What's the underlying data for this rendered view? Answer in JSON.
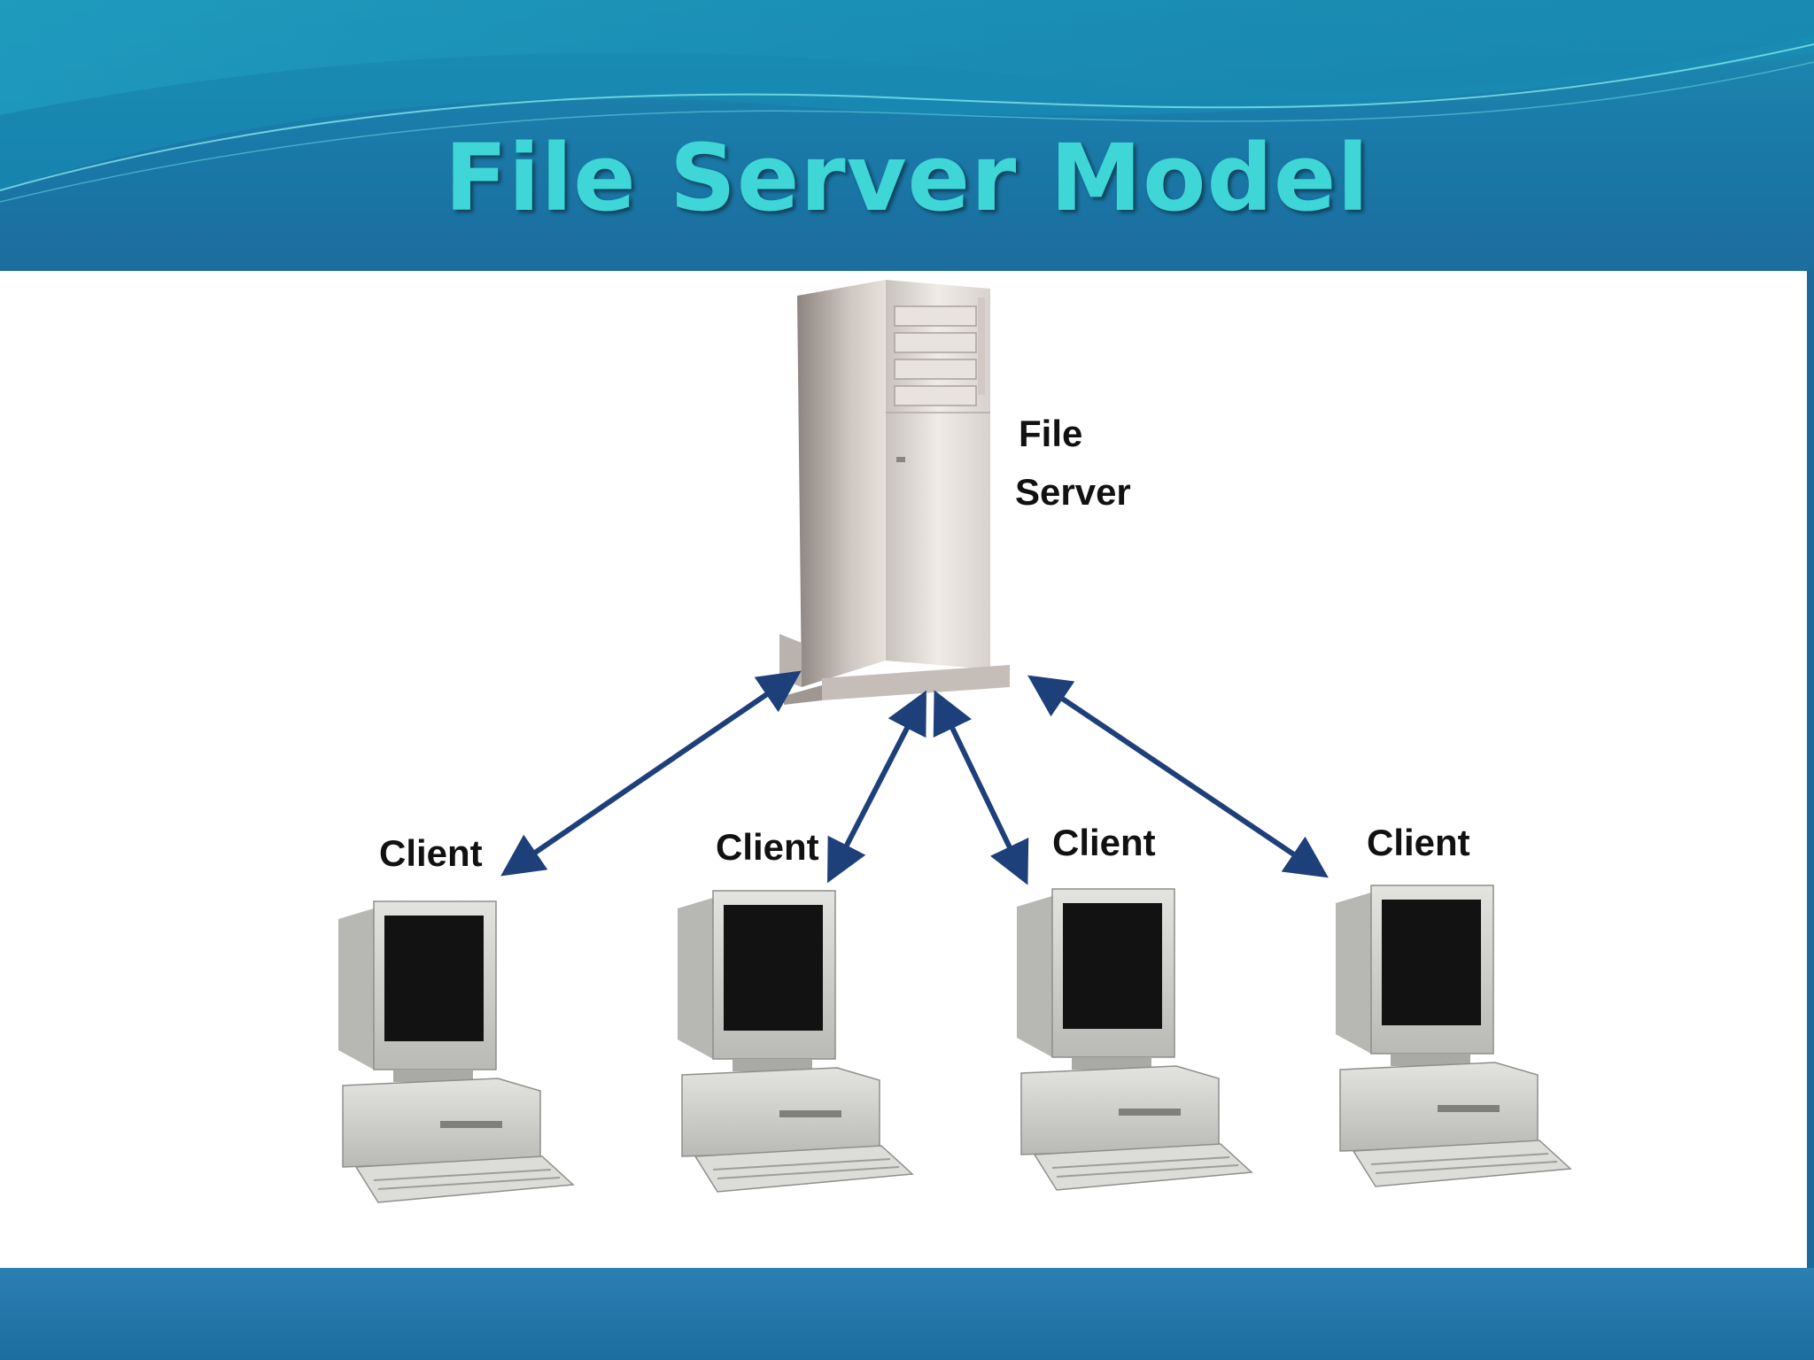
{
  "slide": {
    "title": "File Server Model"
  },
  "diagram": {
    "server_label_line1": "File",
    "server_label_line2": "Server",
    "clients": [
      {
        "label": "Client"
      },
      {
        "label": "Client"
      },
      {
        "label": "Client"
      },
      {
        "label": "Client"
      }
    ]
  },
  "colors": {
    "title": "#3fd6d8",
    "arrow": "#1d3f7a",
    "background": "#1f77a8"
  }
}
